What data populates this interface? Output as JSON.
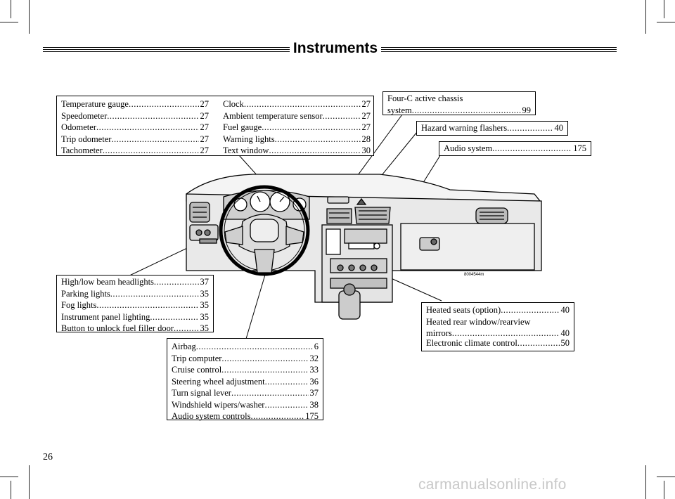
{
  "page": {
    "title": "Instruments",
    "page_number": "26",
    "watermark": "carmanualsonline.info",
    "figure_code": "8004544m"
  },
  "callouts": {
    "gauges": [
      {
        "label": "Temperature gauge",
        "page": "27"
      },
      {
        "label": "Speedometer",
        "page": "27"
      },
      {
        "label": "Odometer",
        "page": "27"
      },
      {
        "label": "Trip odometer",
        "page": "27"
      },
      {
        "label": "Tachometer",
        "page": "27"
      }
    ],
    "center_info": [
      {
        "label": "Clock",
        "page": "27"
      },
      {
        "label": "Ambient temperature sensor",
        "page": "27"
      },
      {
        "label": "Fuel gauge",
        "page": "27"
      },
      {
        "label": "Warning lights",
        "page": "28"
      },
      {
        "label": "Text window",
        "page": "30"
      }
    ],
    "four_c": {
      "line1": "Four-C active chassis",
      "line2": "system",
      "page": "99"
    },
    "hazard": {
      "label": "Hazard warning flashers",
      "page": "40"
    },
    "audio": {
      "label": "Audio system",
      "page": "175"
    },
    "lights": [
      {
        "label": "High/low beam headlights",
        "page": "37"
      },
      {
        "label": "Parking lights",
        "page": "35"
      },
      {
        "label": "Fog lights",
        "page": "35"
      },
      {
        "label": "Instrument panel lighting",
        "page": "35"
      },
      {
        "label": "Button to unlock fuel filler door",
        "page": "35"
      }
    ],
    "steering": [
      {
        "label": "Airbag",
        "page": "6"
      },
      {
        "label": "Trip computer",
        "page": "32"
      },
      {
        "label": "Cruise control",
        "page": "33"
      },
      {
        "label": "Steering wheel adjustment",
        "page": "36"
      },
      {
        "label": "Turn signal lever",
        "page": "37"
      },
      {
        "label": "Windshield wipers/washer",
        "page": "38"
      },
      {
        "label": "Audio system controls",
        "page": "175"
      }
    ],
    "climate": {
      "heated_seats": {
        "label": "Heated seats (option)",
        "page": "40"
      },
      "rear_window_line1": "Heated rear window/rearview",
      "rear_window_line2": "mirrors",
      "rear_window_page": "40",
      "ecc": {
        "label": "Electronic climate control",
        "page": "50"
      }
    }
  }
}
